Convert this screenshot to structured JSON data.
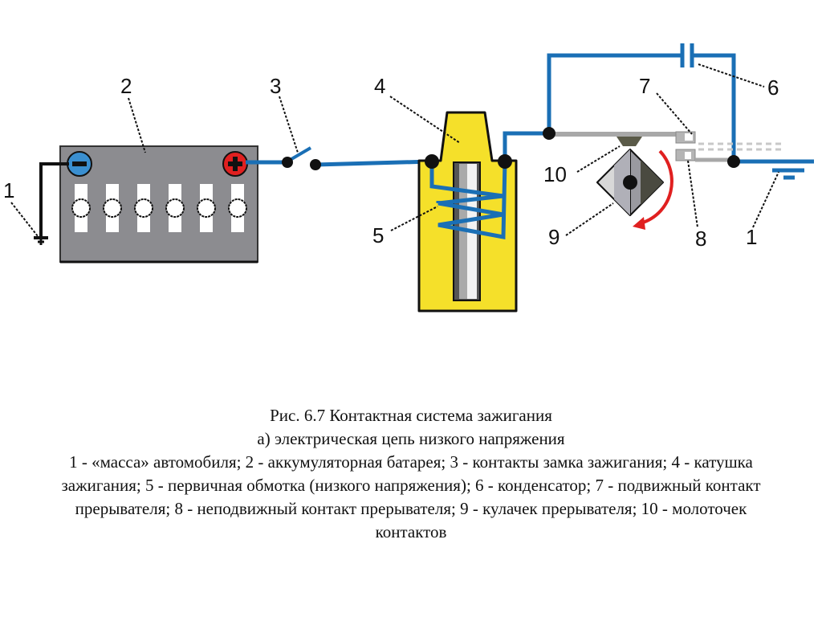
{
  "diagram": {
    "labels": {
      "l1_left": "1",
      "l2": "2",
      "l3": "3",
      "l4": "4",
      "l5": "5",
      "l6": "6",
      "l7": "7",
      "l8": "8",
      "l9": "9",
      "l10": "10",
      "l1_right": "1"
    },
    "colors": {
      "wire": "#1a6fb5",
      "battery": "#8c8c90",
      "coil": "#f5e02a",
      "negative_terminal": "#3a8fd0",
      "positive_terminal": "#e02020",
      "rotation_arrow": "#e02020"
    },
    "battery_cells": 6
  },
  "caption": {
    "title": "Рис. 6.7 Контактная система зажигания",
    "subtitle": "а) электрическая цепь низкого напряжения",
    "legend": "1 - «масса» автомобиля; 2 - аккумуляторная батарея; 3 - контакты замка зажигания; 4 - катушка зажигания; 5 - первичная обмотка (низкого напряжения); 6 - конденсатор; 7 - подвижный контакт прерывателя; 8 - неподвижный контакт прерывателя; 9 - кулачек прерывателя; 10 - молоточек контактов"
  }
}
